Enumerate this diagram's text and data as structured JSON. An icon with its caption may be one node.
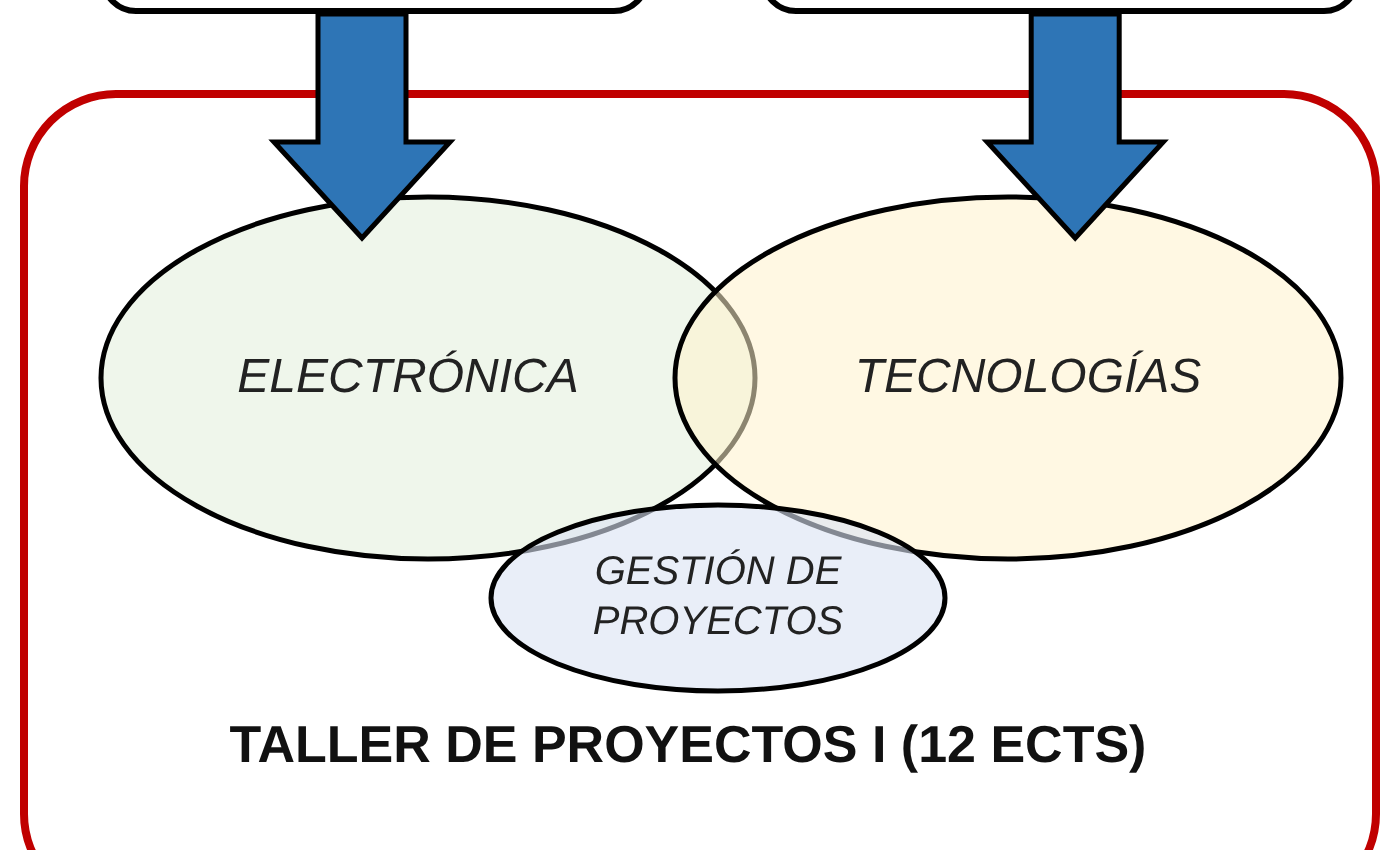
{
  "diagram": {
    "nodes": [
      {
        "text": [],
        "shape": "box"
      },
      {
        "text": [],
        "shape": "box"
      },
      {
        "text": [
          "TALLER DE PROYECTOS I (12 ECTS)"
        ]
      },
      {
        "text": [
          "ELECTRÓNICA"
        ],
        "in": 2
      },
      {
        "text": [
          "TECNOLOGÍAS"
        ],
        "in": 2
      },
      {
        "text": [
          "GESTIÓN DE PROYECTOS"
        ],
        "in": 2
      }
    ],
    "edges": [
      {
        "from": 0,
        "to": 3,
        "arrow": "to",
        "style": "thick",
        "color": "#2e75b6"
      },
      {
        "from": 1,
        "to": 4,
        "arrow": "to",
        "style": "thick",
        "color": "#2e75b6"
      }
    ]
  }
}
